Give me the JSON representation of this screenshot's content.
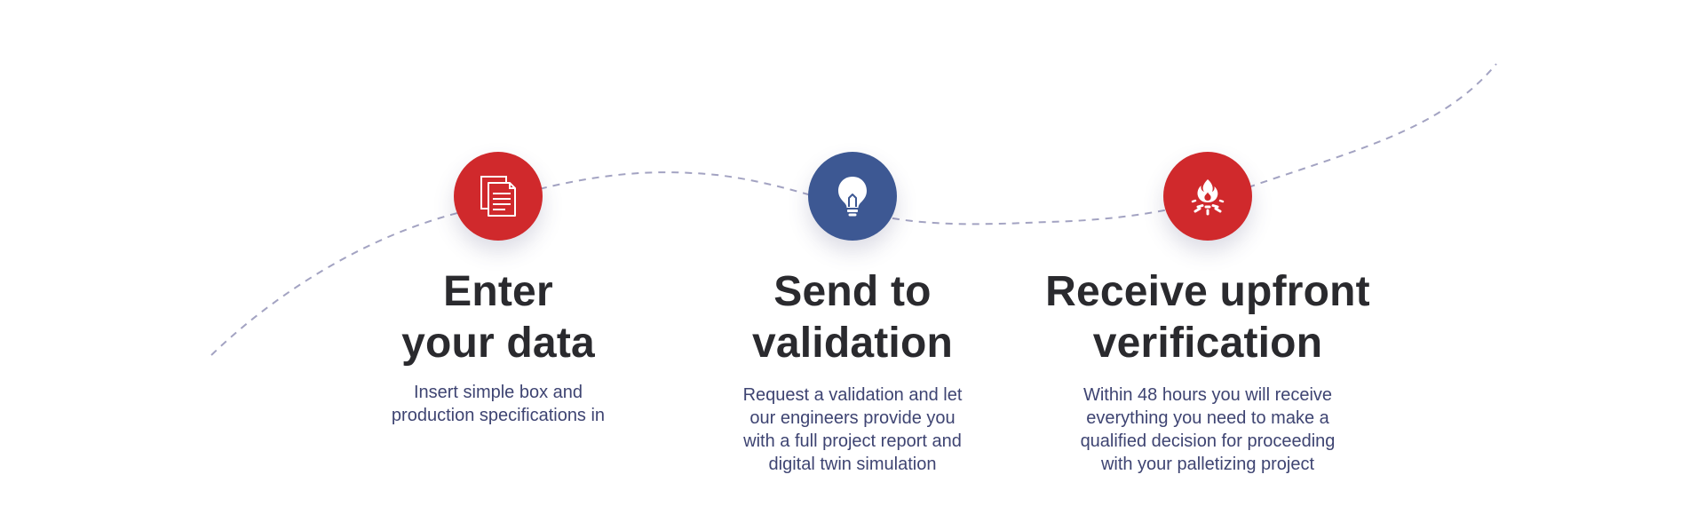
{
  "colors": {
    "red": "#d0292c",
    "blue": "#3d5893",
    "title": "#2a2a2e",
    "description": "#3e4472",
    "curve": "#a3a3c2"
  },
  "steps": [
    {
      "icon": "documents-icon",
      "color": "red",
      "title_lines": [
        "Enter",
        "your data"
      ],
      "description_lines": [
        "Insert simple box and",
        "production specifications in"
      ]
    },
    {
      "icon": "lightbulb-icon",
      "color": "blue",
      "title_lines": [
        "Send to",
        "validation"
      ],
      "description_lines": [
        "Request a validation and let",
        "our engineers provide you",
        "with a full project report and",
        "digital twin simulation"
      ]
    },
    {
      "icon": "fire-icon",
      "color": "red",
      "title_lines": [
        "Receive upfront",
        "verification"
      ],
      "description_lines": [
        "Within 48 hours you will receive",
        "everything you need to make a",
        "qualified decision for proceeding",
        "with your palletizing project"
      ]
    }
  ]
}
